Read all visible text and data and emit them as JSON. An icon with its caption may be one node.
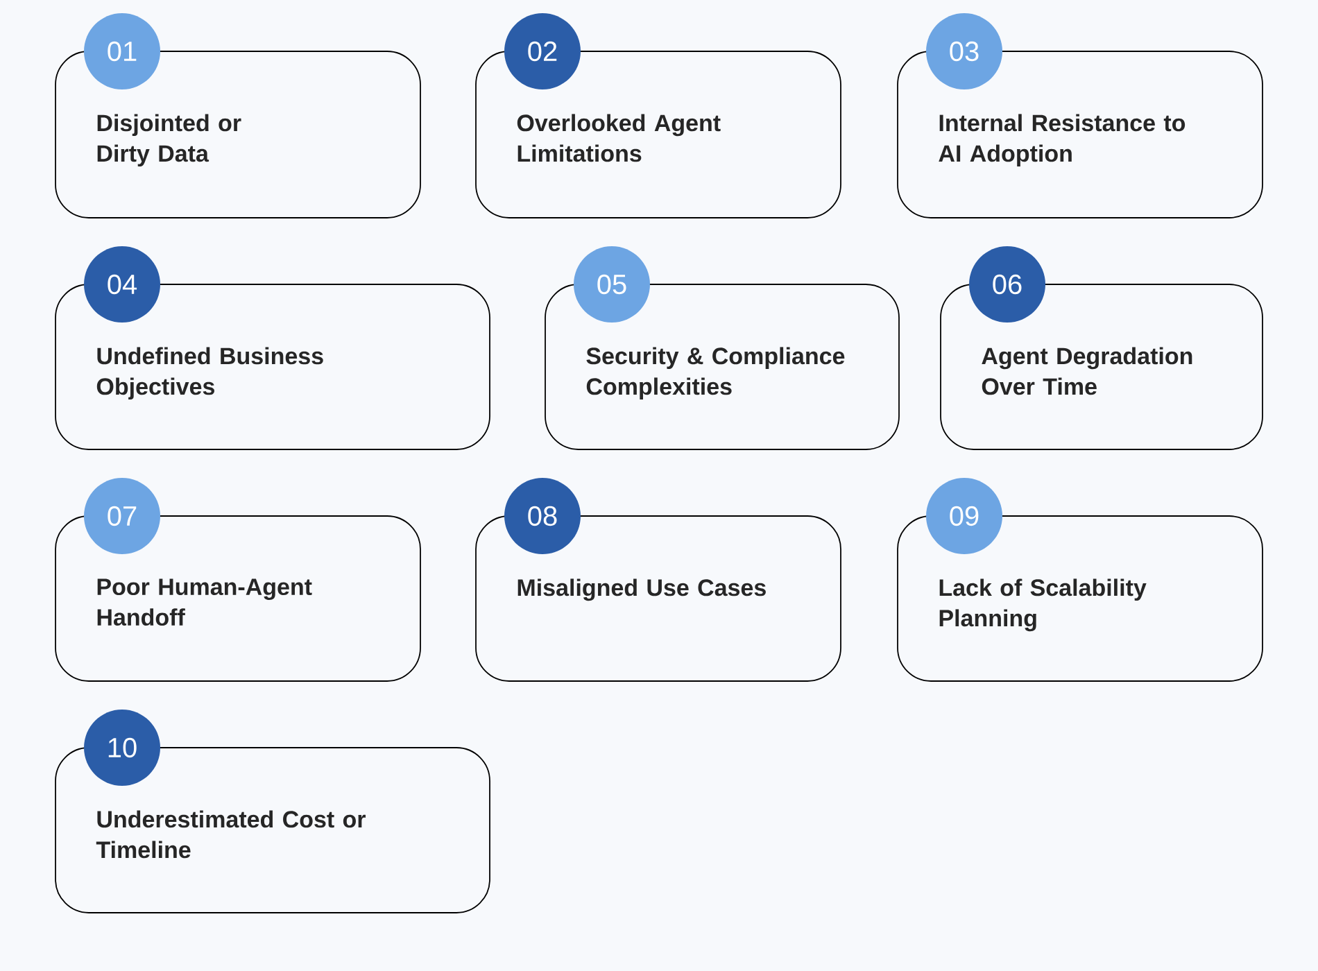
{
  "diagram": {
    "nodes": [
      {
        "text": [
          "01",
          "Disjointed or Dirty Data"
        ]
      },
      {
        "text": [
          "02",
          "Overlooked Agent Limitations"
        ]
      },
      {
        "text": [
          "03",
          "Internal Resistance to AI Adoption"
        ]
      },
      {
        "text": [
          "04",
          "Undefined Business Objectives"
        ]
      },
      {
        "text": [
          "05",
          "Security & Compliance Complexities"
        ]
      },
      {
        "text": [
          "06",
          "Agent Degradation Over Time"
        ]
      },
      {
        "text": [
          "07",
          "Poor Human-Agent Handoff"
        ]
      },
      {
        "text": [
          "08",
          "Misaligned Use Cases"
        ]
      },
      {
        "text": [
          "09",
          "Lack of Scalability Planning"
        ]
      },
      {
        "text": [
          "10",
          "Underestimated Cost or Timeline"
        ]
      }
    ]
  }
}
